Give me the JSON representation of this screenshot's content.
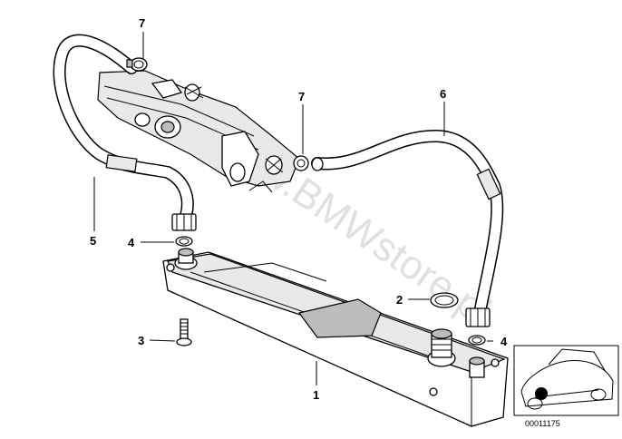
{
  "watermark": "www.BMWstore.pl",
  "diagram_ref": "00011175",
  "callouts": {
    "c1": "1",
    "c2": "2",
    "c3": "3",
    "c4a": "4",
    "c4b": "4",
    "c5": "5",
    "c6": "6",
    "c7a": "7",
    "c7b": "7"
  }
}
